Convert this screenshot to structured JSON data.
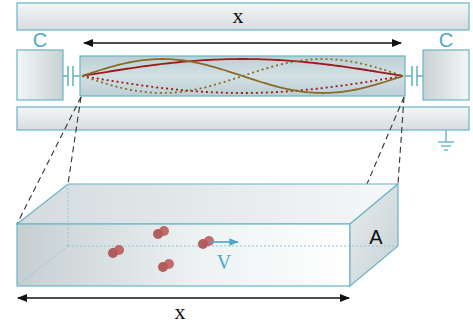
{
  "diagram": {
    "labels": [
      "x",
      "C",
      "C",
      "A",
      "V",
      "x"
    ]
  }
}
